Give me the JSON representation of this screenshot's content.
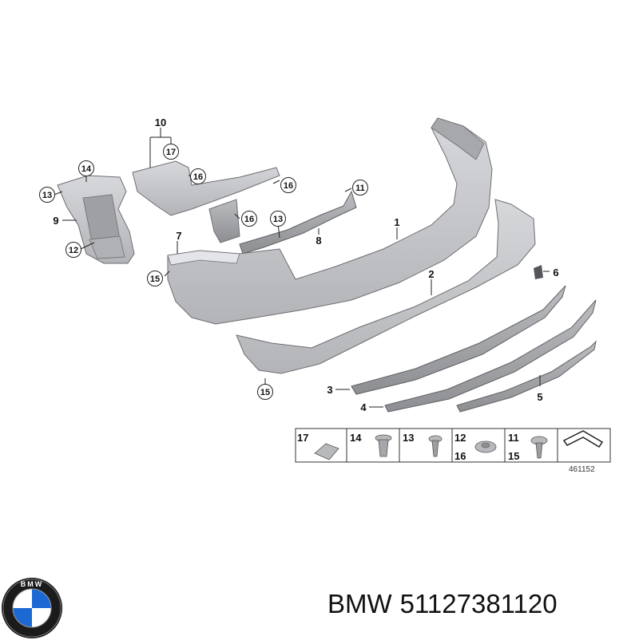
{
  "labels": {
    "l1": "1",
    "l2": "2",
    "l3": "3",
    "l4": "4",
    "l5": "5",
    "l6": "6",
    "l7": "7",
    "l8": "8",
    "l9": "9",
    "l10": "10",
    "l11": "11",
    "l12": "12",
    "l13": "13",
    "l14": "14",
    "l15": "15",
    "l16": "16",
    "l17": "17"
  },
  "hardware": {
    "h17": "17",
    "h14": "14",
    "h13": "13",
    "h12": "12",
    "h16": "16",
    "h11": "11",
    "h15": "15"
  },
  "diagram_code": "461152",
  "footer": {
    "brand": "BMW",
    "part_number": "51127381120"
  },
  "logo": {
    "letters": "BMW"
  },
  "colors": {
    "part_fill": "#c9cacd",
    "part_shadow": "#a9aaae",
    "bmw_blue": "#1c69d4"
  }
}
